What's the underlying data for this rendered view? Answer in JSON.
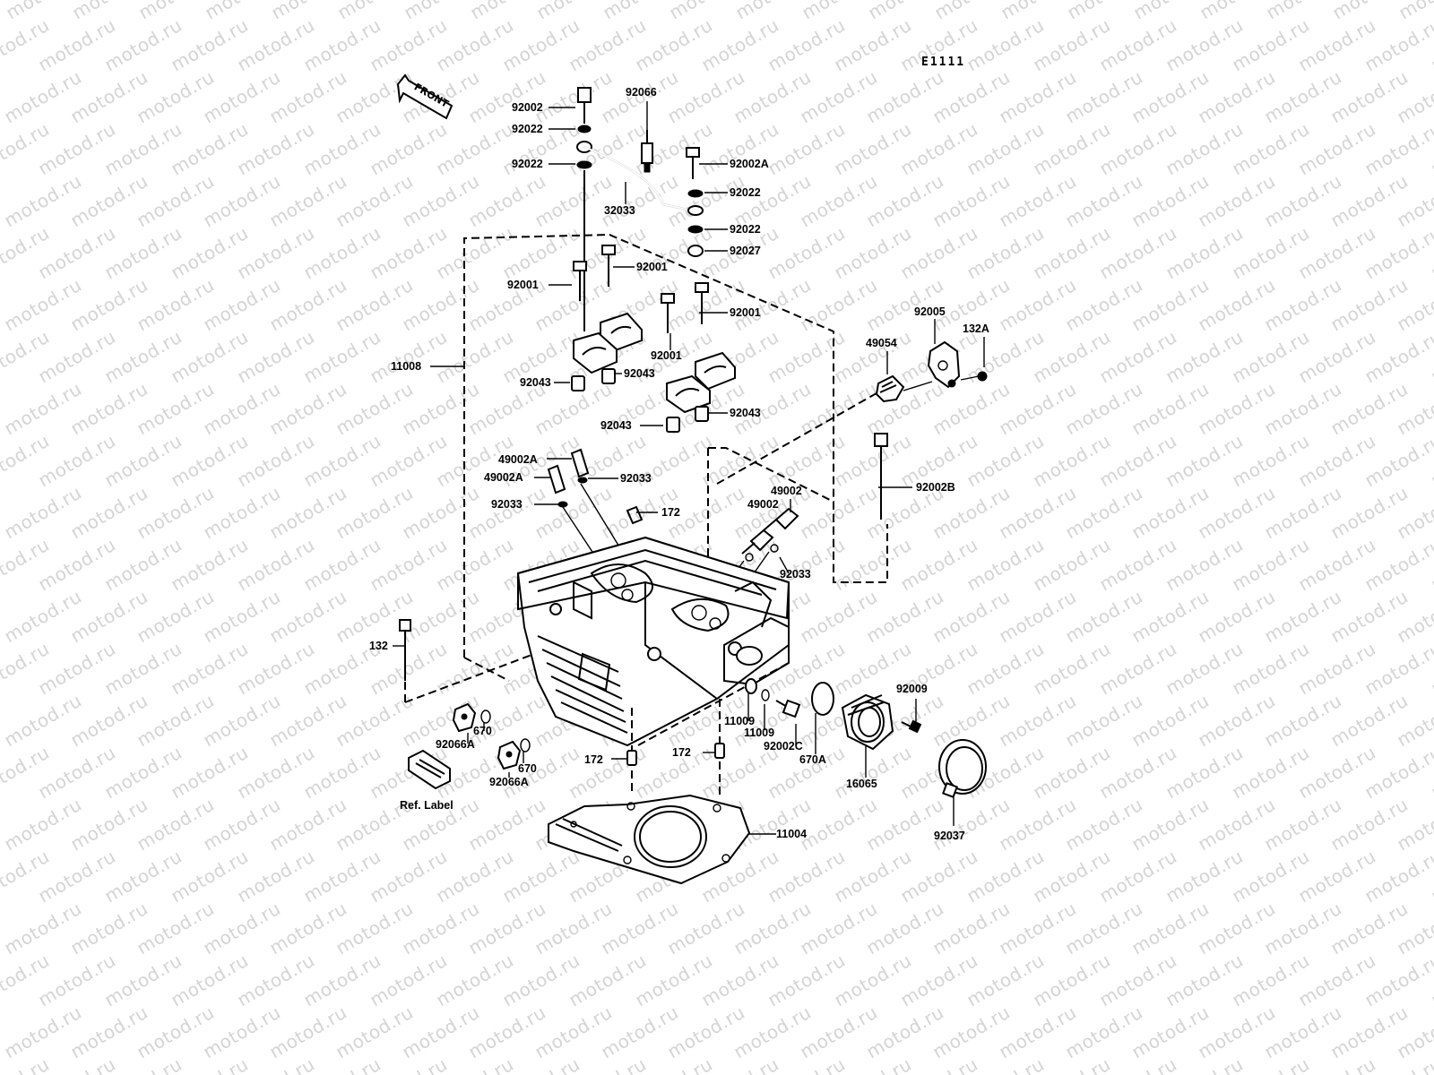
{
  "watermark": "motod.ru",
  "diagram_code": "E1111",
  "front_arrow": "FRONT",
  "labels": [
    {
      "id": "92002",
      "text": "92002"
    },
    {
      "id": "92022a",
      "text": "92022"
    },
    {
      "id": "92022b",
      "text": "92022"
    },
    {
      "id": "92066",
      "text": "92066"
    },
    {
      "id": "92002A",
      "text": "92002A"
    },
    {
      "id": "92022c",
      "text": "92022"
    },
    {
      "id": "32033",
      "text": "32033"
    },
    {
      "id": "92022d",
      "text": "92022"
    },
    {
      "id": "92027",
      "text": "92027"
    },
    {
      "id": "92001a",
      "text": "92001"
    },
    {
      "id": "92001b",
      "text": "92001"
    },
    {
      "id": "92001c",
      "text": "92001"
    },
    {
      "id": "92001d",
      "text": "92001"
    },
    {
      "id": "11008",
      "text": "11008"
    },
    {
      "id": "92043a",
      "text": "92043"
    },
    {
      "id": "92043b",
      "text": "92043"
    },
    {
      "id": "92043c",
      "text": "92043"
    },
    {
      "id": "92043d",
      "text": "92043"
    },
    {
      "id": "92005",
      "text": "92005"
    },
    {
      "id": "132A",
      "text": "132A"
    },
    {
      "id": "49054",
      "text": "49054"
    },
    {
      "id": "49002Aa",
      "text": "49002A"
    },
    {
      "id": "49002Ab",
      "text": "49002A"
    },
    {
      "id": "92033a",
      "text": "92033"
    },
    {
      "id": "92033b",
      "text": "92033"
    },
    {
      "id": "172a",
      "text": "172"
    },
    {
      "id": "49002a",
      "text": "49002"
    },
    {
      "id": "49002b",
      "text": "49002"
    },
    {
      "id": "92002B",
      "text": "92002B"
    },
    {
      "id": "92033c",
      "text": "92033"
    },
    {
      "id": "132",
      "text": "132"
    },
    {
      "id": "92009",
      "text": "92009"
    },
    {
      "id": "11009a",
      "text": "11009"
    },
    {
      "id": "11009b",
      "text": "11009"
    },
    {
      "id": "670a",
      "text": "670"
    },
    {
      "id": "92066Aa",
      "text": "92066A"
    },
    {
      "id": "670b",
      "text": "670"
    },
    {
      "id": "92066Ab",
      "text": "92066A"
    },
    {
      "id": "92002C",
      "text": "92002C"
    },
    {
      "id": "670A",
      "text": "670A"
    },
    {
      "id": "16065",
      "text": "16065"
    },
    {
      "id": "172b",
      "text": "172"
    },
    {
      "id": "172c",
      "text": "172"
    },
    {
      "id": "reflabel",
      "text": "Ref. Label"
    },
    {
      "id": "11004",
      "text": "11004"
    },
    {
      "id": "92037",
      "text": "92037"
    }
  ]
}
